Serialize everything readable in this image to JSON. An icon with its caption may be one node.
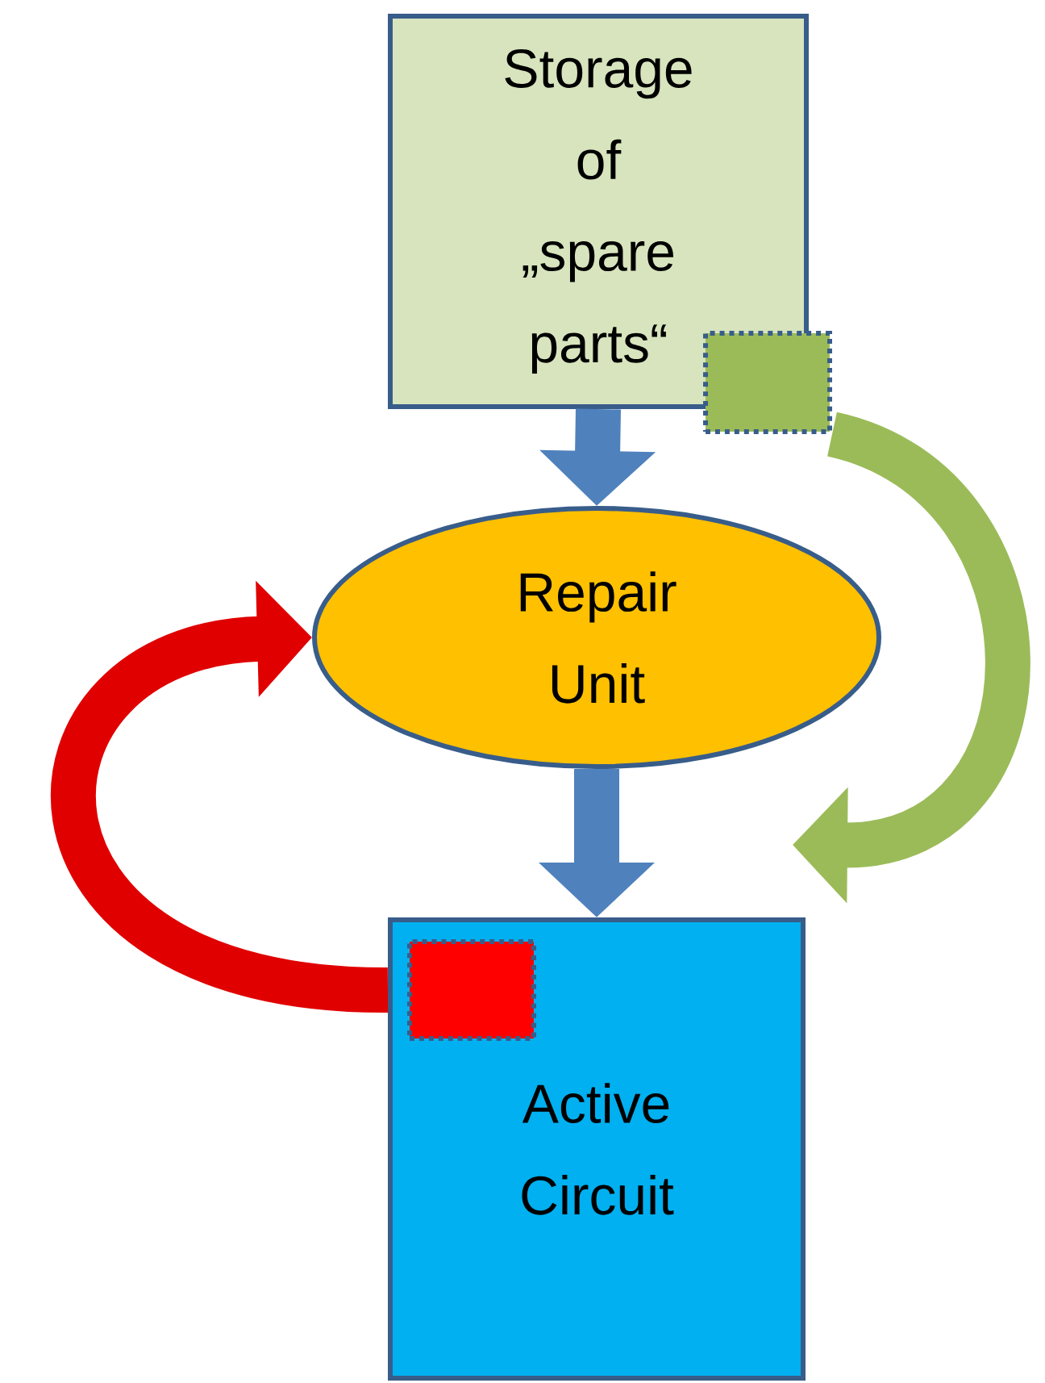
{
  "diagram": {
    "nodes": [
      {
        "text": [
          "Storage of „spare parts“"
        ]
      },
      {
        "text": [],
        "shape": "box"
      },
      {
        "text": [
          "Repair Unit"
        ]
      },
      {
        "text": [
          "Active Circuit"
        ]
      },
      {
        "text": [],
        "shape": "box",
        "in": 3
      }
    ],
    "edges": [
      {
        "from": 0,
        "to": 2,
        "arrow": "to"
      },
      {
        "from": 2,
        "to": 3,
        "arrow": "to"
      },
      {
        "from": 1,
        "to": 3,
        "arrow": "to",
        "color": "#9bbb59"
      },
      {
        "from": 4,
        "to": 2,
        "arrow": "to",
        "color": "#e00000"
      }
    ]
  }
}
